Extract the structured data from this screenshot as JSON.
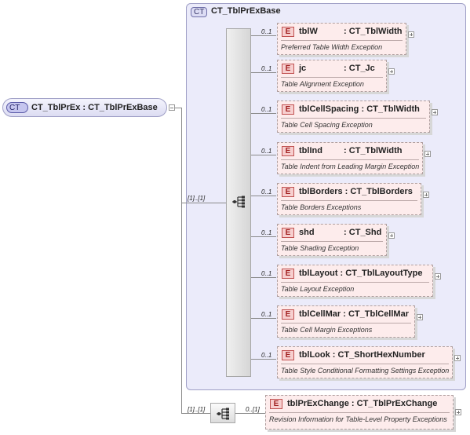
{
  "root": {
    "badge": "CT",
    "label": "CT_TblPrEx : CT_TblPrExBase"
  },
  "base": {
    "badge": "CT",
    "title": "CT_TblPrExBase"
  },
  "outer_cardinality": "[1]..[1]",
  "inner_cardinality": "[1]..[1]",
  "element_badge": "E",
  "elements": [
    {
      "name": "tblW",
      "type": "CT_TblWidth",
      "desc": "Preferred Table Width Exception",
      "card": "0..1"
    },
    {
      "name": "jc",
      "type": "CT_Jc",
      "desc": "Table Alignment Exception",
      "card": "0..1"
    },
    {
      "name": "tblCellSpacing",
      "type": "CT_TblWidth",
      "desc": "Table Cell Spacing Exception",
      "card": "0..1"
    },
    {
      "name": "tblInd",
      "type": "CT_TblWidth",
      "desc": "Table Indent from Leading Margin Exception",
      "card": "0..1"
    },
    {
      "name": "tblBorders",
      "type": "CT_TblBorders",
      "desc": "Table Borders Exceptions",
      "card": "0..1"
    },
    {
      "name": "shd",
      "type": "CT_Shd",
      "desc": "Table Shading Exception",
      "card": "0..1"
    },
    {
      "name": "tblLayout",
      "type": "CT_TblLayoutType",
      "desc": "Table Layout Exception",
      "card": "0..1"
    },
    {
      "name": "tblCellMar",
      "type": "CT_TblCellMar",
      "desc": "Table Cell Margin Exceptions",
      "card": "0..1"
    },
    {
      "name": "tblLook",
      "type": "CT_ShortHexNumber",
      "desc": "Table Style Conditional Formatting Settings Exception",
      "card": "0..1"
    }
  ],
  "change_element": {
    "name": "tblPrExChange",
    "type": "CT_TblPrExChange",
    "desc": "Revision Information for Table-Level Property Exceptions",
    "card": "0..[1]"
  }
}
